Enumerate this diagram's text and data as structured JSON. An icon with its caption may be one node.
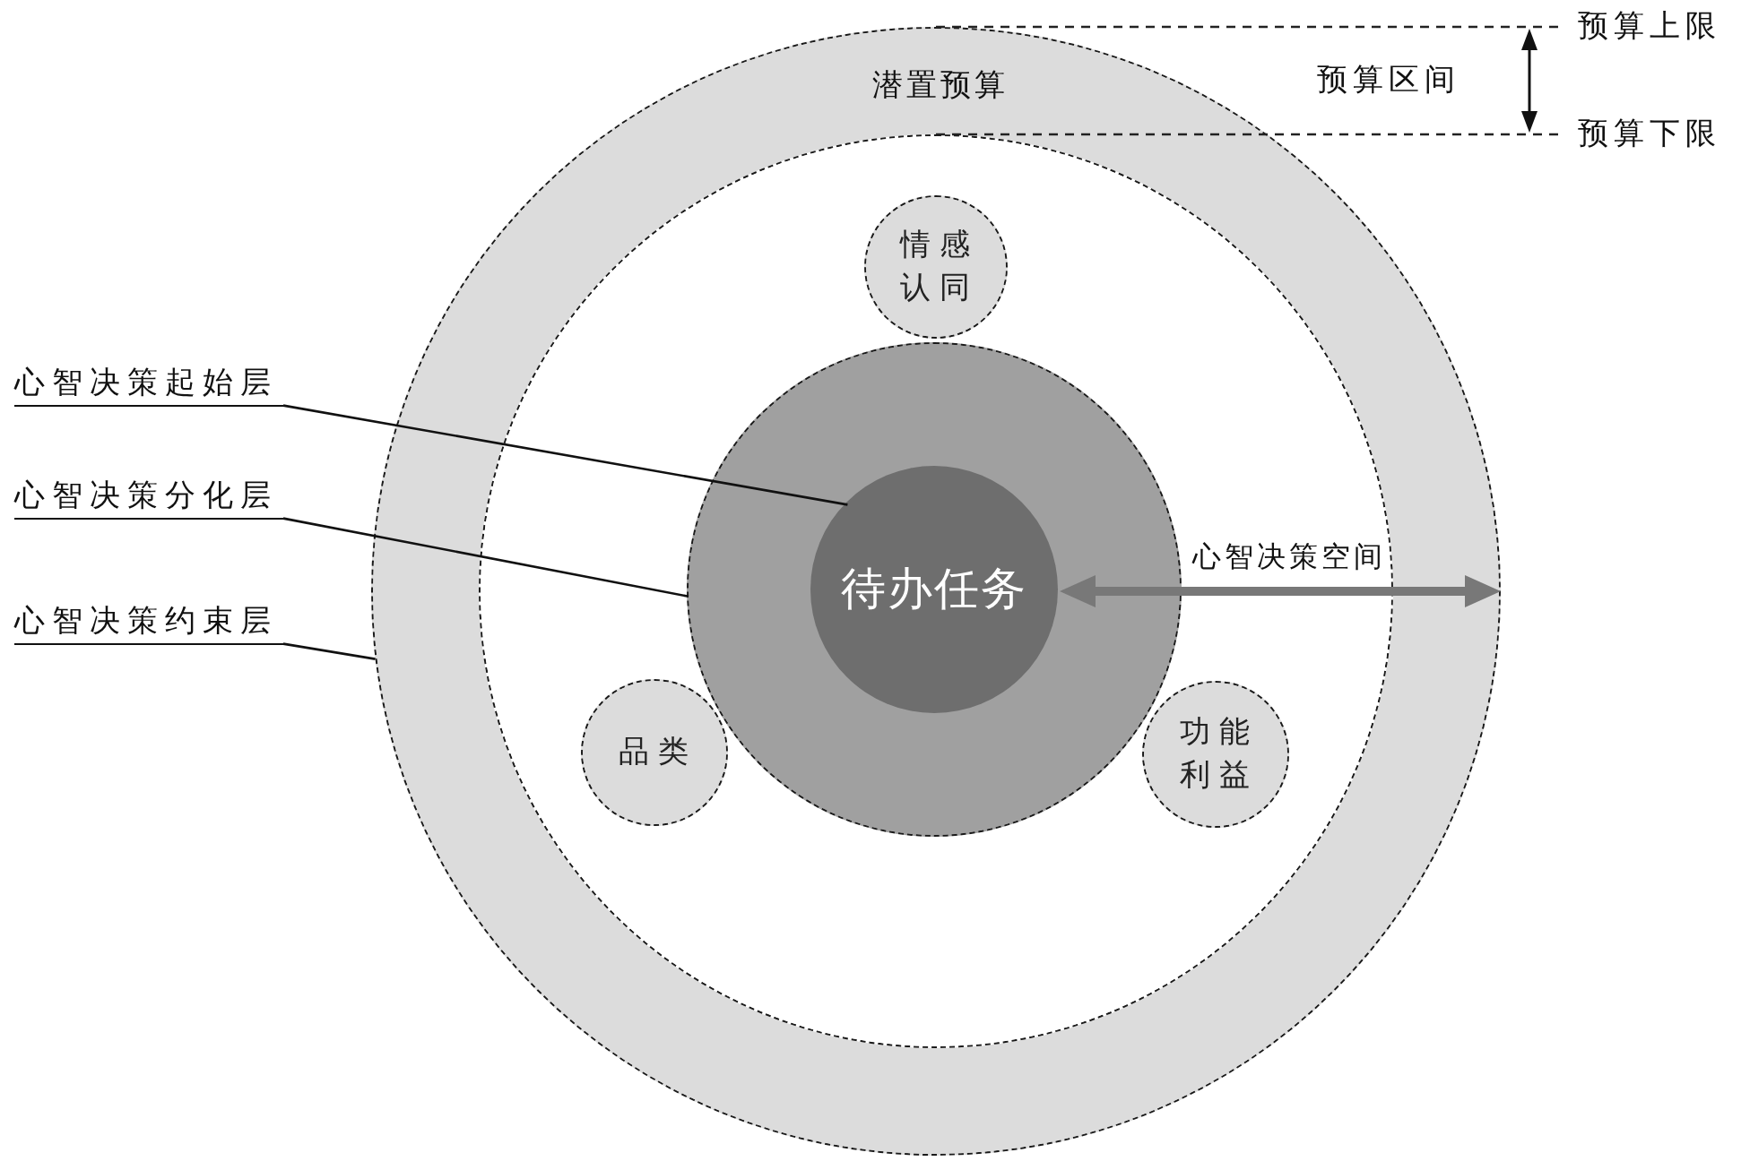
{
  "diagram": {
    "nodes": [
      {
        "text": [
          "潜置预算"
        ]
      },
      {
        "text": [],
        "shape": "circle",
        "in": 0
      },
      {
        "text": [
          "情感认同"
        ],
        "in": 1
      },
      {
        "text": [],
        "shape": "circle",
        "in": 1
      },
      {
        "text": [
          "待办任务"
        ],
        "in": 3
      },
      {
        "text": [
          "品类"
        ],
        "in": 1
      },
      {
        "text": [
          "功能利益"
        ],
        "in": 1
      },
      {
        "text": [
          "心智决策起始层"
        ]
      },
      {
        "text": [
          "心智决策分化层"
        ]
      },
      {
        "text": [
          "心智决策约束层"
        ]
      }
    ],
    "edges": [
      {
        "from": 4,
        "to": 0,
        "arrow": "both",
        "label": "心智决策空间",
        "style": "thick",
        "color": "#787878"
      },
      {
        "from": 7,
        "to": 4,
        "arrow": "none"
      },
      {
        "from": 8,
        "to": 3,
        "arrow": "none"
      },
      {
        "from": 9,
        "to": 0,
        "arrow": "none"
      }
    ],
    "labels": [
      "预算上限",
      "预算区间",
      "预算下限"
    ]
  }
}
